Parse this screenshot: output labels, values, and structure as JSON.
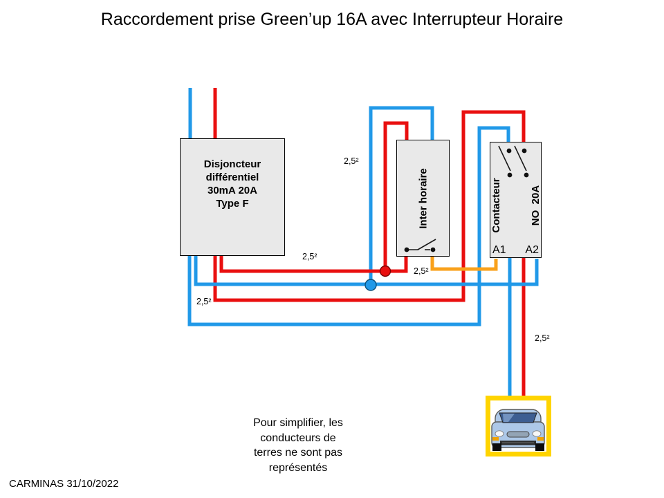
{
  "title": "Raccordement prise Green’up 16A avec Interrupteur Horaire",
  "colors": {
    "phase_red": "#e90f0f",
    "neutral_blue": "#2199e8",
    "switched_orange": "#f9a11b",
    "frame_yellow": "#ffd400",
    "box_fill": "#e9e9e9",
    "box_border": "#000000"
  },
  "breaker": {
    "line1": "Disjoncteur",
    "line2": "différentiel",
    "line3": "30mA 20A",
    "line4": "Type F"
  },
  "timer": {
    "label": "Inter horaire"
  },
  "contactor": {
    "name": "Contacteur",
    "rating": "NO  20A",
    "terminal_a1": "A1",
    "terminal_a2": "A2"
  },
  "wire_gauge": "2,5²",
  "note": "Pour simplifier, les\nconducteurs  de\nterres ne sont pas\nreprésentés",
  "footer": "CARMINAS 31/10/2022"
}
